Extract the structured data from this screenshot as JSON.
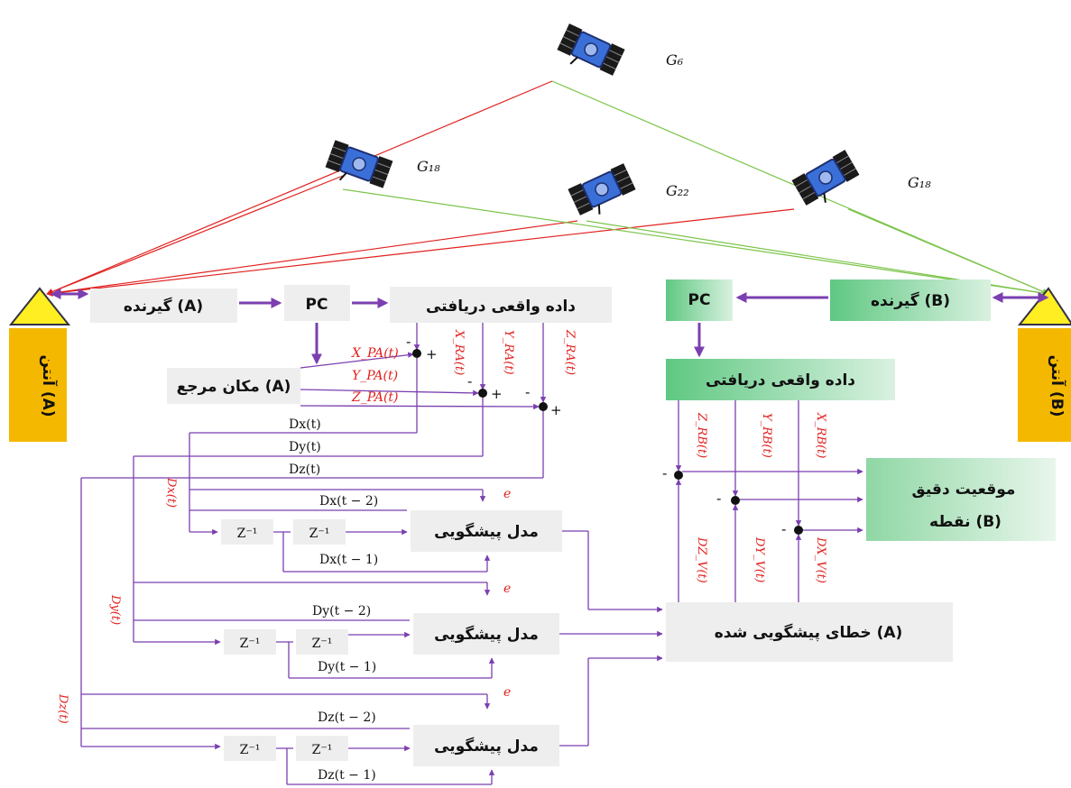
{
  "satellites": [
    {
      "id": "g6",
      "label": "G₆"
    },
    {
      "id": "g18a",
      "label": "G₁₈"
    },
    {
      "id": "g22",
      "label": "G₂₂"
    },
    {
      "id": "g18b",
      "label": "G₁₈"
    }
  ],
  "antennas": {
    "a": "آنتن (A)",
    "b": "آنتن (B)"
  },
  "boxes": {
    "receiver_a": "گیرنده (A)",
    "pc_a": "PC",
    "real_data_a": "داده واقعی دریافتی",
    "ref_location_a": "مکان مرجع (A)",
    "pc_b": "PC",
    "receiver_b": "گیرنده (B)",
    "real_data_b": "داده واقعی دریافتی",
    "precise_pos_b_1": "موقعیت دقیق",
    "precise_pos_b_2": "نقطه (B)",
    "predicted_error_a": "خطای پیشگویی شده (A)",
    "predict_model_x": "مدل پیشگویی",
    "predict_model_y": "مدل پیشگویی",
    "predict_model_z": "مدل پیشگویی",
    "z1": "Z⁻¹"
  },
  "labels": {
    "xpa": "X_PA(t)",
    "ypa": "Y_PA(t)",
    "zpa": "Z_PA(t)",
    "xra": "X_RA(t)",
    "yra": "Y_RA(t)",
    "zra": "Z_RA(t)",
    "dx": "Dx(t)",
    "dy": "Dy(t)",
    "dz": "Dz(t)",
    "dx_t2": "Dx(t − 2)",
    "dx_t1": "Dx(t − 1)",
    "dy_t2": "Dy(t − 2)",
    "dy_t1": "Dy(t − 1)",
    "dz_t2": "Dz(t − 2)",
    "dz_t1": "Dz(t − 1)",
    "e": "e",
    "zrb": "Z_RB(t)",
    "yrb": "Y_RB(t)",
    "xrb": "X_RB(t)",
    "dzv": "DZ_V(t)",
    "dyv": "DY_V(t)",
    "dxv": "DX_V(t)",
    "minus": "-",
    "plus": "+"
  }
}
